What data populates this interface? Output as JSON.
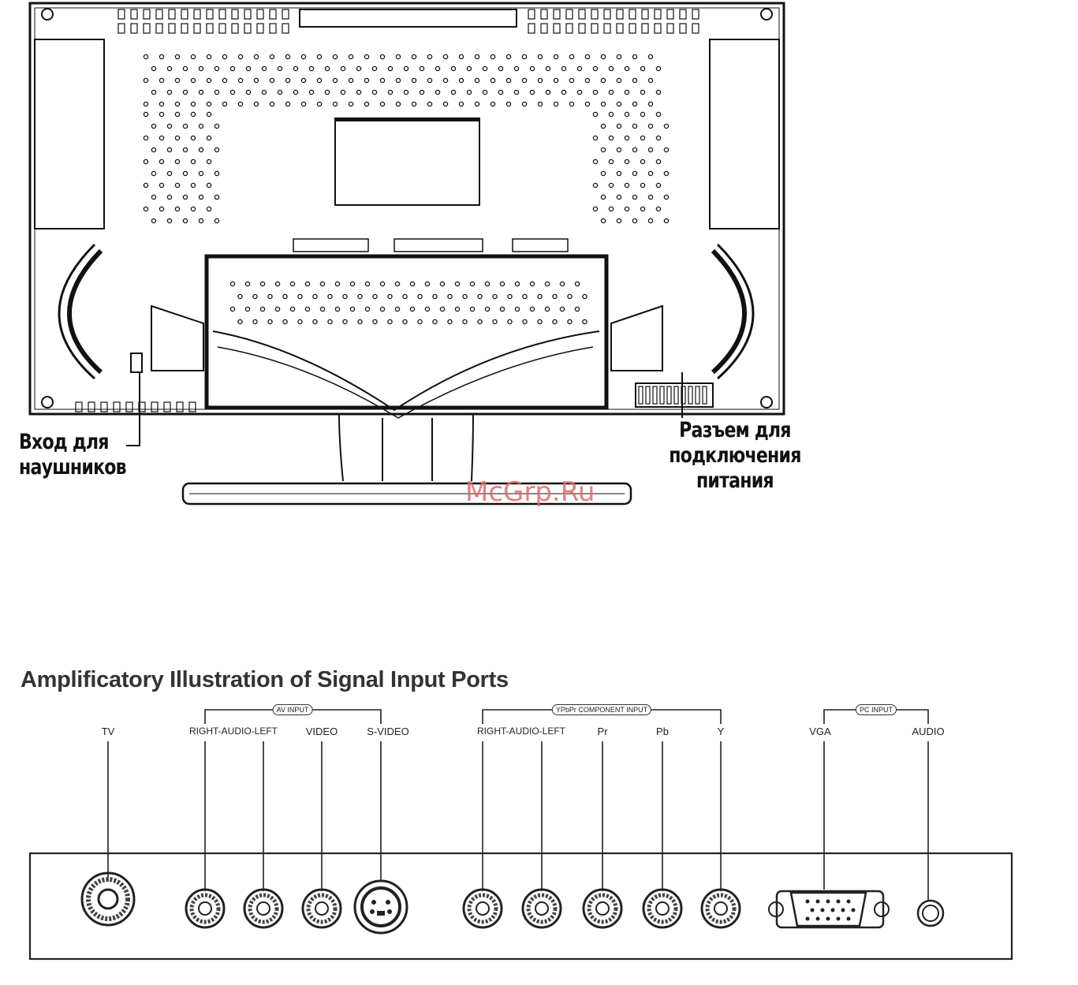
{
  "top_diagram": {
    "labels": {
      "headphone_line1": "Вход для",
      "headphone_line2": "наушников",
      "power_line1": "Разъем для",
      "power_line2": "подключения",
      "power_line3": "питания"
    },
    "watermark": "McGrp.Ru"
  },
  "ports_diagram": {
    "title": "Amplificatory Illustration of Signal Input Ports",
    "groups": [
      {
        "label": "AV INPUT"
      },
      {
        "label": "YPbPr COMPONENT INPUT"
      },
      {
        "label": "PC INPUT"
      }
    ],
    "ports": [
      {
        "label": "TV"
      },
      {
        "label": "RIGHT-AUDIO-LEFT"
      },
      {
        "label": "VIDEO"
      },
      {
        "label": "S-VIDEO"
      },
      {
        "label": "RIGHT-AUDIO-LEFT"
      },
      {
        "label": "Pr"
      },
      {
        "label": "Pb"
      },
      {
        "label": "Y"
      },
      {
        "label": "VGA"
      },
      {
        "label": "AUDIO"
      }
    ]
  }
}
